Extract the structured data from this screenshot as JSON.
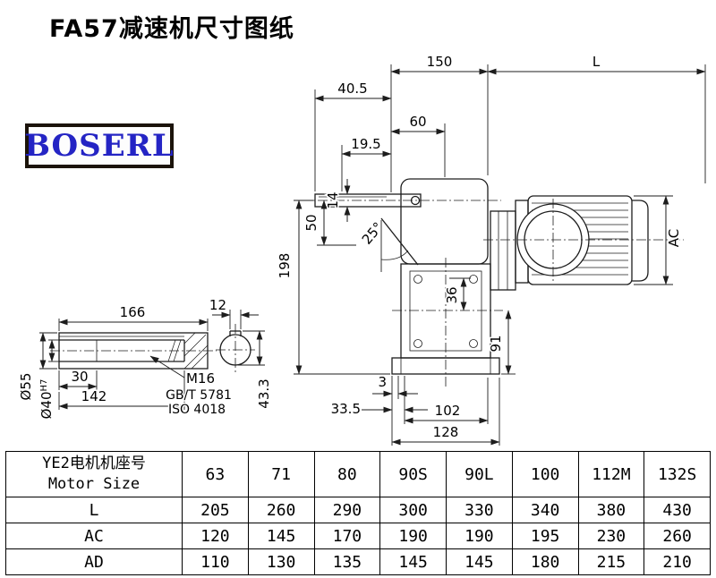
{
  "title": "FA57减速机尺寸图纸",
  "logo": {
    "text": "BOSERL"
  },
  "drawing": {
    "dims": {
      "top_150": "150",
      "top_L": "L",
      "d40_5": "40.5",
      "d60": "60",
      "d19_5": "19.5",
      "d14": "14",
      "d50": "50",
      "angle_25": "25°",
      "d198": "198",
      "ac_label": "AC",
      "d36": "36",
      "d91": "91",
      "d3": "3",
      "d33_5": "33.5",
      "d102": "102",
      "d128": "128",
      "d166": "166",
      "d30": "30",
      "d142": "142",
      "dia55": "Ø55",
      "dia40": "Ø40",
      "dia40_tol": "H7",
      "thread": "M16",
      "thread_std1": "GB/T 5781",
      "thread_std2": "ISO 4018",
      "d12": "12",
      "d43_3": "43.3"
    }
  },
  "table": {
    "header_col1_line1": "YE2电机机座号",
    "header_col1_line2": "Motor Size",
    "sizes": [
      "63",
      "71",
      "80",
      "90S",
      "90L",
      "100",
      "112M",
      "132S"
    ],
    "rows": [
      {
        "label": "L",
        "values": [
          "205",
          "260",
          "290",
          "300",
          "330",
          "340",
          "380",
          "430"
        ]
      },
      {
        "label": "AC",
        "values": [
          "120",
          "145",
          "170",
          "190",
          "190",
          "195",
          "230",
          "260"
        ]
      },
      {
        "label": "AD",
        "values": [
          "110",
          "130",
          "135",
          "145",
          "145",
          "180",
          "215",
          "210"
        ]
      }
    ]
  }
}
